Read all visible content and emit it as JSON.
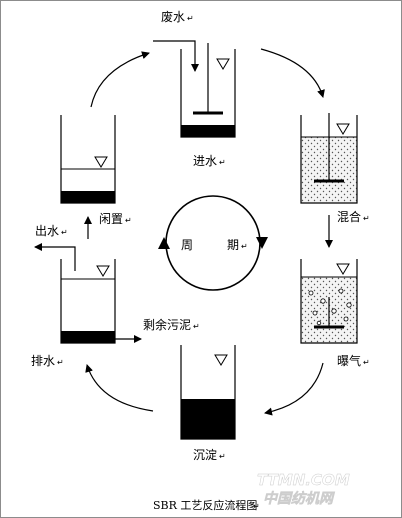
{
  "labels": {
    "influent": "废水",
    "fill": "进水",
    "mix": "混合",
    "aeration": "曝气",
    "settle": "沉淀",
    "decant": "排水",
    "idle": "闲置",
    "effluent": "出水",
    "sludge": "剩余污泥",
    "cycle_left": "周",
    "cycle_right": "期"
  },
  "caption": "SBR 工艺反应流程图",
  "para_mark": "↵",
  "watermark": {
    "line1": "TTMN.COM",
    "line2": "中国纺机网"
  },
  "colors": {
    "ink": "#000000",
    "dots_fill": "#f4f4f4",
    "watermark": "#ffffff",
    "border": "#8c8c8c"
  }
}
